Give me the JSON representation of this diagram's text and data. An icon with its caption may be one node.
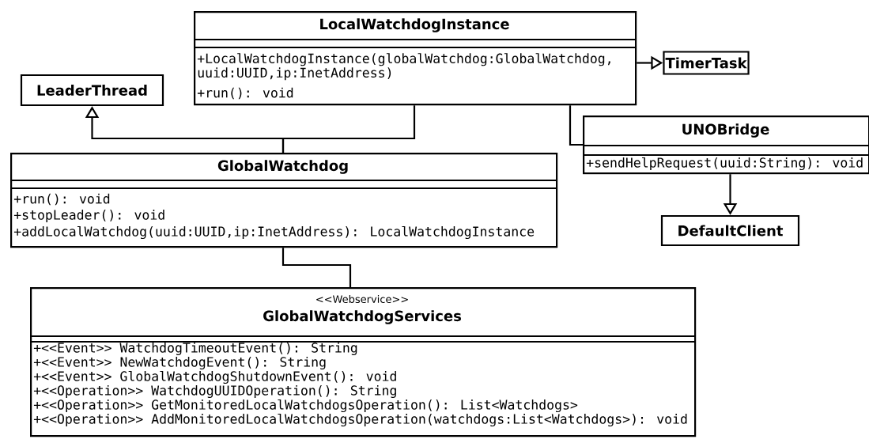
{
  "diagram": {
    "nodes": [
      {
        "text": [
          "LocalWatchdogInstance",
          "+LocalWatchdogInstance(globalWatchdog:GlobalWatchdog, uuid:UUID,ip:InetAddress)",
          "+run(): void"
        ]
      },
      {
        "text": [
          "TimerTask"
        ]
      },
      {
        "text": [
          "LeaderThread"
        ]
      },
      {
        "text": [
          "UNOBridge",
          "+sendHelpRequest(uuid:String): void"
        ]
      },
      {
        "text": [
          "GlobalWatchdog",
          "+run(): void",
          "+stopLeader(): void",
          "+addLocalWatchdog(uuid:UUID,ip:InetAddress): LocalWatchdogInstance"
        ]
      },
      {
        "text": [
          "DefaultClient"
        ]
      },
      {
        "text": [
          "<<Webservice>>",
          "GlobalWatchdogServices",
          "+<<Event>> WatchdogTimeoutEvent(): String",
          "+<<Event>> NewWatchdogEvent(): String",
          "+<<Event>> GlobalWatchdogShutdownEvent(): void",
          "+<<Operation>> WatchdogUUIDOperation(): String",
          "+<<Operation>> GetMonitoredLocalWatchdogsOperation(): List<Watchdogs>",
          "+<<Operation>> AddMonitoredLocalWatchdogsOperation(watchdogs:List<Watchdogs>): void"
        ]
      }
    ],
    "edges": [
      {
        "from": 0,
        "to": 1,
        "arrow": "to"
      },
      {
        "from": 4,
        "to": 2,
        "arrow": "to"
      },
      {
        "from": 0,
        "to": 4,
        "arrow": "none"
      },
      {
        "from": 0,
        "to": 3,
        "arrow": "none"
      },
      {
        "from": 3,
        "to": 5,
        "arrow": "to"
      },
      {
        "from": 4,
        "to": 6,
        "arrow": "none"
      }
    ]
  }
}
